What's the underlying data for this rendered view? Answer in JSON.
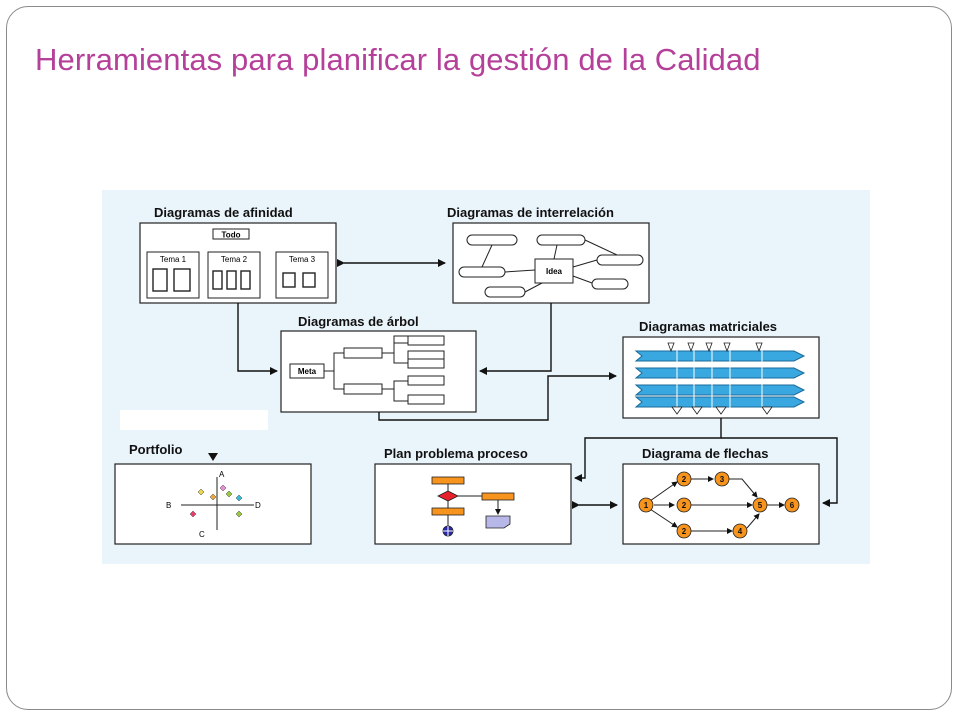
{
  "slide": {
    "title": "Herramientas para planificar la gestión de la Calidad"
  },
  "diagram": {
    "affinity": {
      "title": "Diagramas de afinidad",
      "top_label": "Todo",
      "themes": [
        "Tema 1",
        "Tema 2",
        "Tema 3"
      ]
    },
    "interrelation": {
      "title": "Diagramas de interrelación",
      "center_label": "Idea"
    },
    "tree": {
      "title": "Diagramas de árbol",
      "root_label": "Meta"
    },
    "matrix": {
      "title": "Diagramas matriciales"
    },
    "portfolio": {
      "title": "Portfolio",
      "axis_labels": [
        "A",
        "B",
        "C",
        "D"
      ]
    },
    "pdpc": {
      "title": "Plan problema proceso"
    },
    "arrow": {
      "title": "Diagrama de flechas",
      "node_labels": [
        "1",
        "2",
        "3",
        "2",
        "2",
        "4",
        "5",
        "6"
      ]
    }
  },
  "colors": {
    "title": "#b5409a",
    "diagram_bg": "#eaf4fb",
    "node_orange": "#f7941d",
    "matrix_blue": "#3aa8e0",
    "pdpc_orange": "#f7941d",
    "pdpc_red": "#e8202a",
    "pdpc_lilac": "#b8b8e8",
    "pdpc_blue": "#2a2aa8"
  }
}
